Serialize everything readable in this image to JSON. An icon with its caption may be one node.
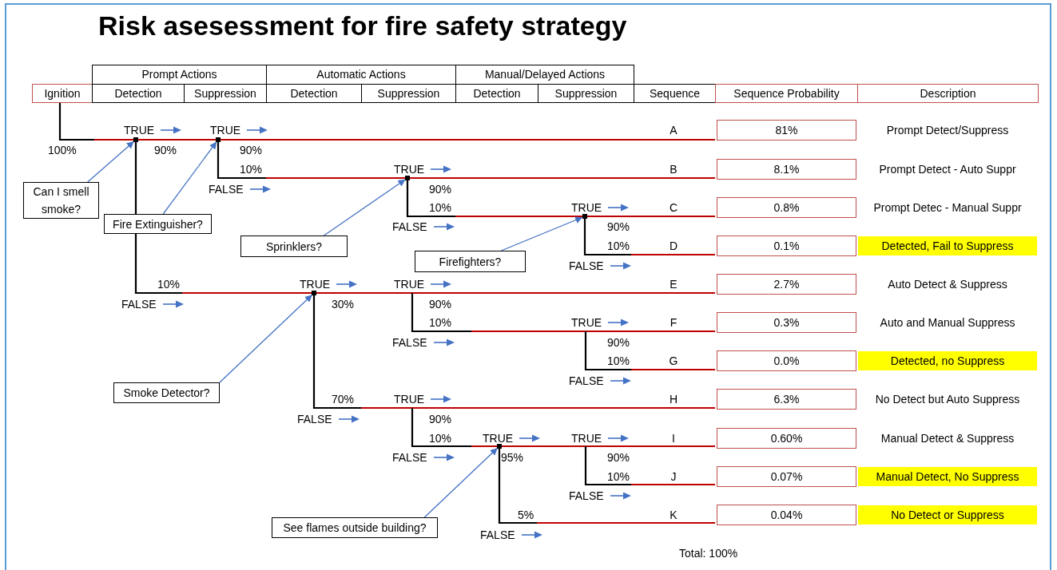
{
  "diagram": {
    "title": "Risk asesessment for fire safety strategy",
    "nodes": [
      {
        "text": [
          "Can I smell smoke?"
        ]
      },
      {
        "text": [
          "Fire Extinguisher?"
        ]
      },
      {
        "text": [
          "Sprinklers?"
        ]
      },
      {
        "text": [
          "Firefighters?"
        ]
      },
      {
        "text": [
          "Smoke Detector?"
        ]
      },
      {
        "text": [
          "See flames outside building?"
        ]
      },
      {
        "text": [
          "81%"
        ]
      },
      {
        "text": [
          "8.1%"
        ]
      },
      {
        "text": [
          "0.8%"
        ]
      },
      {
        "text": [
          "0.1%"
        ]
      },
      {
        "text": [
          "Detected, Fail to Suppress"
        ]
      },
      {
        "text": [
          "2.7%"
        ]
      },
      {
        "text": [
          "0.3%"
        ]
      },
      {
        "text": [
          "0.0%"
        ]
      },
      {
        "text": [
          "Detected, no Suppress"
        ]
      },
      {
        "text": [
          "6.3%"
        ]
      },
      {
        "text": [
          "0.60%"
        ]
      },
      {
        "text": [
          "0.07%"
        ]
      },
      {
        "text": [
          "Manual Detect, No Suppress"
        ]
      },
      {
        "text": [
          "0.04%"
        ]
      },
      {
        "text": [
          "No Detect or Suppress"
        ]
      },
      {
        "text": [],
        "shape": "junction"
      },
      {
        "text": [],
        "shape": "junction"
      },
      {
        "text": [],
        "shape": "junction"
      },
      {
        "text": [],
        "shape": "junction"
      },
      {
        "text": [],
        "shape": "junction"
      },
      {
        "text": [],
        "shape": "junction"
      }
    ],
    "edges": [
      {
        "from": 0,
        "to": 21,
        "arrow": "to"
      },
      {
        "from": 1,
        "to": 22,
        "arrow": "to"
      },
      {
        "from": 2,
        "to": 23,
        "arrow": "to"
      },
      {
        "from": 3,
        "to": 24,
        "arrow": "to"
      },
      {
        "from": 4,
        "to": 25,
        "arrow": "to"
      },
      {
        "from": 5,
        "to": 26,
        "arrow": "to"
      }
    ],
    "labels": [
      "Prompt Actions",
      "Automatic Actions",
      "Manual/Delayed Actions",
      "Ignition",
      "Detection",
      "Suppression",
      "Detection",
      "Suppression",
      "Detection",
      "Suppression",
      "Sequence",
      "Sequence Probability",
      "Description",
      "TRUE",
      "TRUE",
      "A",
      "Prompt Detect/Suppress",
      "100%",
      "90%",
      "90%",
      "10%",
      "TRUE",
      "B",
      "Prompt Detect - Auto Suppr",
      "FALSE",
      "90%",
      "10%",
      "TRUE",
      "C",
      "Prompt Detec - Manual Suppr",
      "FALSE",
      "90%",
      "10%",
      "D",
      "FALSE",
      "10%",
      "TRUE",
      "TRUE",
      "E",
      "Auto Detect & Suppress",
      "FALSE",
      "30%",
      "90%",
      "10%",
      "TRUE",
      "F",
      "Auto and Manual Suppress",
      "FALSE",
      "90%",
      "10%",
      "G",
      "FALSE",
      "70%",
      "TRUE",
      "H",
      "No Detect but Auto Suppress",
      "FALSE",
      "90%",
      "10%",
      "TRUE",
      "TRUE",
      "I",
      "Manual Detect & Suppress",
      "FALSE",
      "95%",
      "90%",
      "10%",
      "J",
      "FALSE",
      "5%",
      "K",
      "FALSE",
      "Total: 100%"
    ]
  }
}
